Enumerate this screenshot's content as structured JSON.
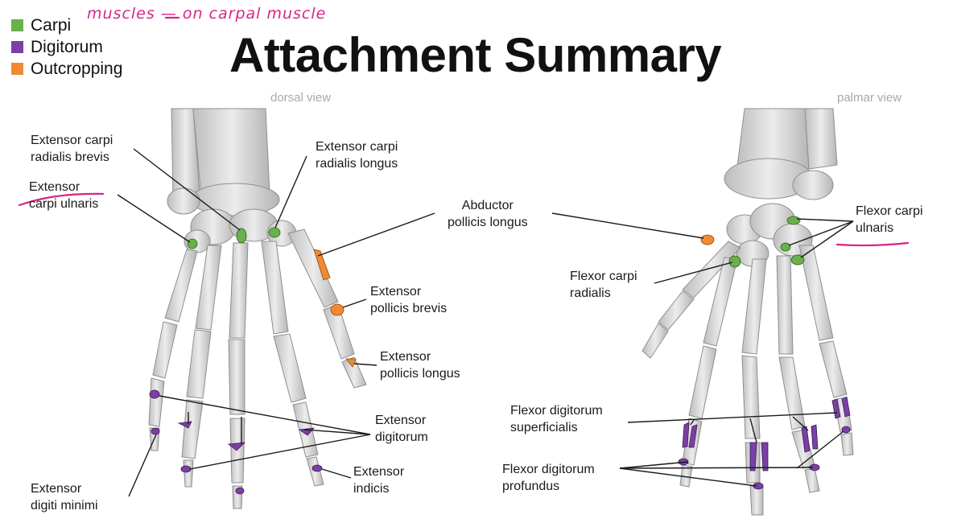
{
  "title": "Attachment Summary",
  "handwritten_note": "muscles — on carpal muscle",
  "legend": [
    {
      "label": "Carpi",
      "color": "#6ab04c"
    },
    {
      "label": "Digitorum",
      "color": "#7b3fa7"
    },
    {
      "label": "Outcropping",
      "color": "#f08a32"
    }
  ],
  "views": {
    "dorsal": "dorsal view",
    "palmar": "palmar view"
  },
  "labels": {
    "ecrb": [
      "Extensor carpi",
      "radialis brevis"
    ],
    "ecu": [
      "Extensor",
      "carpi ulnaris"
    ],
    "ecrl": [
      "Extensor carpi",
      "radialis longus"
    ],
    "apl": [
      "Abductor",
      "pollicis longus"
    ],
    "epb": [
      "Extensor",
      "pollicis brevis"
    ],
    "epl": [
      "Extensor",
      "pollicis longus"
    ],
    "ed": [
      "Extensor",
      "digitorum"
    ],
    "ei": [
      "Extensor",
      "indicis"
    ],
    "edm": [
      "Extensor",
      "digiti minimi"
    ],
    "fcu": [
      "Flexor carpi",
      "ulnaris"
    ],
    "fcr": [
      "Flexor carpi",
      "radialis"
    ],
    "fds": [
      "Flexor digitorum",
      "superficialis"
    ],
    "fdp": [
      "Flexor digitorum",
      "profundus"
    ]
  },
  "colors": {
    "carpi": "#6ab04c",
    "digitorum": "#7b3fa7",
    "outcropping": "#f08a32",
    "bone": "#d9d9d9",
    "bone_edge": "#9a9a9a",
    "ink": "#d6248a"
  }
}
